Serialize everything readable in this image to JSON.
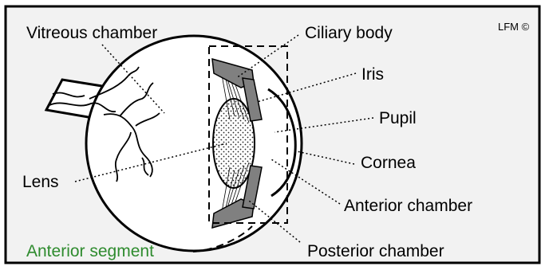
{
  "diagram": {
    "credit": "LFM ©",
    "labels": {
      "vitreous_chamber": "Vitreous chamber",
      "ciliary_body": "Ciliary body",
      "iris": "Iris",
      "pupil": "Pupil",
      "cornea": "Cornea",
      "lens": "Lens",
      "anterior_chamber": "Anterior chamber",
      "anterior_segment": "Anterior segment",
      "posterior_chamber": "Posterior chamber"
    }
  },
  "colors": {
    "background": "#f2f2f2",
    "border": "#000000",
    "ciliary_iris_fill": "#808080",
    "anterior_segment_text": "#2e8b2e"
  }
}
